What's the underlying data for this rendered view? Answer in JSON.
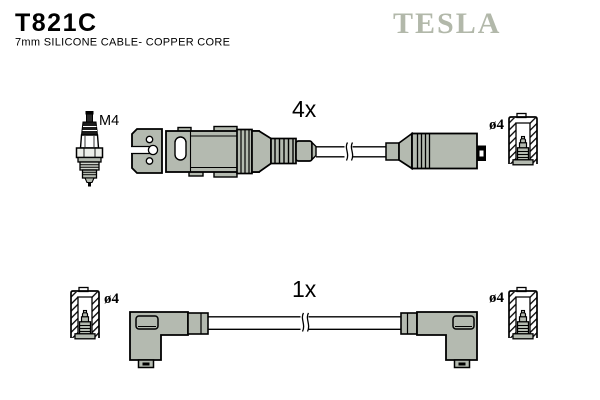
{
  "header": {
    "part_number": "T821C",
    "subtitle": "7mm SILICONE CABLE- COPPER CORE",
    "brand_logo": "TESLA"
  },
  "annotations": {
    "spark_plug_thread": "M4",
    "top_assembly_quantity": "4x",
    "bottom_assembly_quantity": "1x",
    "boot_top_right_diameter": "ø4",
    "boot_bottom_left_diameter": "ø4",
    "boot_bottom_right_diameter": "ø4"
  },
  "icons": {
    "spark_plug": "spark-plug-icon",
    "boot_cross_section": "boot-cross-section-icon",
    "cable_break": "cable-break-icon"
  },
  "colors": {
    "part_fill": "#b4bab0",
    "brand_gray": "#b2b8aa",
    "outline": "#000000",
    "background": "#ffffff"
  }
}
